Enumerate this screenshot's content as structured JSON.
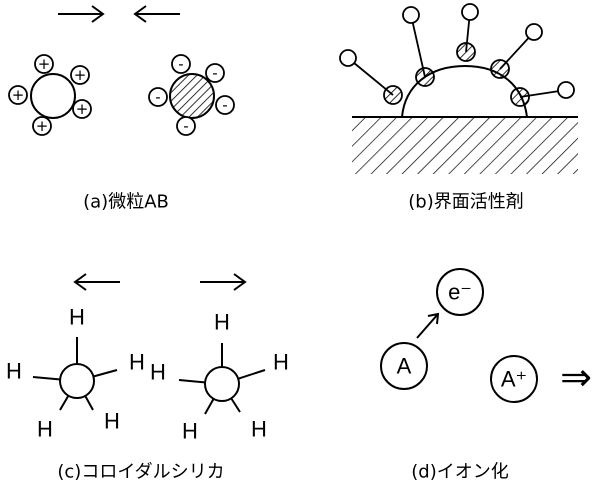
{
  "panels": {
    "a": {
      "caption": "(a)微粒AB",
      "plus": "+",
      "minus": "-"
    },
    "b": {
      "caption": "(b)界面活性剤"
    },
    "c": {
      "caption": "(c)コロイダルシリカ",
      "atom": "H"
    },
    "d": {
      "caption": "(d)イオン化",
      "neutral": "A",
      "electron": "e⁻",
      "ion": "A⁺",
      "flow_arrow": "⇒"
    }
  }
}
